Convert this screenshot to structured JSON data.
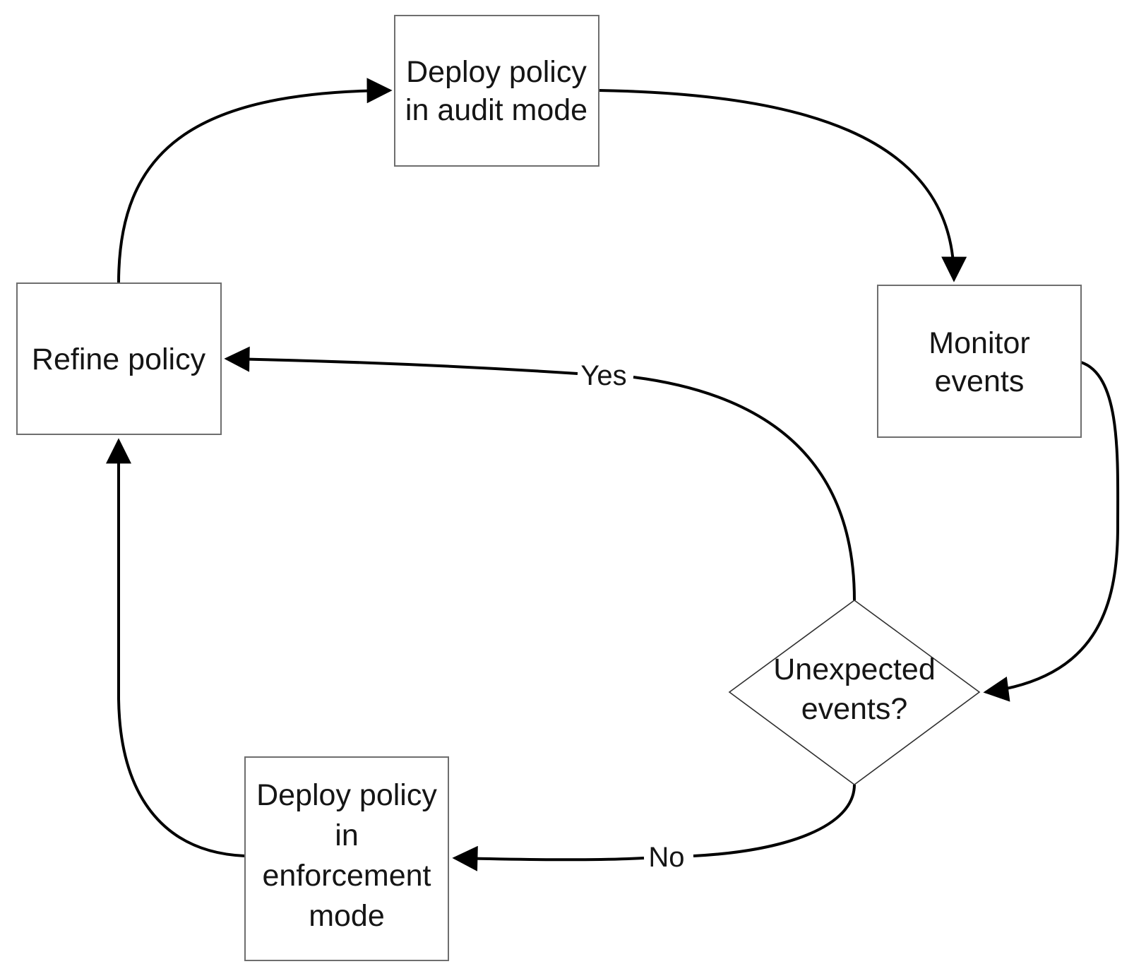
{
  "diagram": {
    "title": "Policy deployment audit loop flowchart",
    "colors": {
      "background": "#ffffff",
      "edge_stroke": "#000000",
      "box_border": "#6e6e6e",
      "diamond_border": "#2f2f2f",
      "text": "#151515"
    },
    "nodes": {
      "deploy_audit": {
        "shape": "rectangle",
        "label": "Deploy policy in audit mode",
        "lines": [
          "Deploy policy",
          "in audit mode"
        ]
      },
      "monitor": {
        "shape": "rectangle",
        "label": "Monitor events",
        "lines": [
          "Monitor",
          "events"
        ]
      },
      "unexpected": {
        "shape": "diamond",
        "label": "Unexpected events?",
        "lines": [
          "Unexpected",
          "events?"
        ]
      },
      "refine": {
        "shape": "rectangle",
        "label": "Refine policy",
        "lines": [
          "Refine policy"
        ]
      },
      "deploy_enforce": {
        "shape": "rectangle",
        "label": "Deploy policy in enforcement mode",
        "lines": [
          "Deploy policy",
          "in",
          "enforcement",
          "mode"
        ]
      }
    },
    "edges": [
      {
        "from": "refine",
        "to": "deploy_audit",
        "label": ""
      },
      {
        "from": "deploy_audit",
        "to": "monitor",
        "label": ""
      },
      {
        "from": "monitor",
        "to": "unexpected",
        "label": ""
      },
      {
        "from": "unexpected",
        "to": "refine",
        "label": "Yes"
      },
      {
        "from": "unexpected",
        "to": "deploy_enforce",
        "label": "No"
      },
      {
        "from": "deploy_enforce",
        "to": "refine",
        "label": ""
      }
    ]
  }
}
